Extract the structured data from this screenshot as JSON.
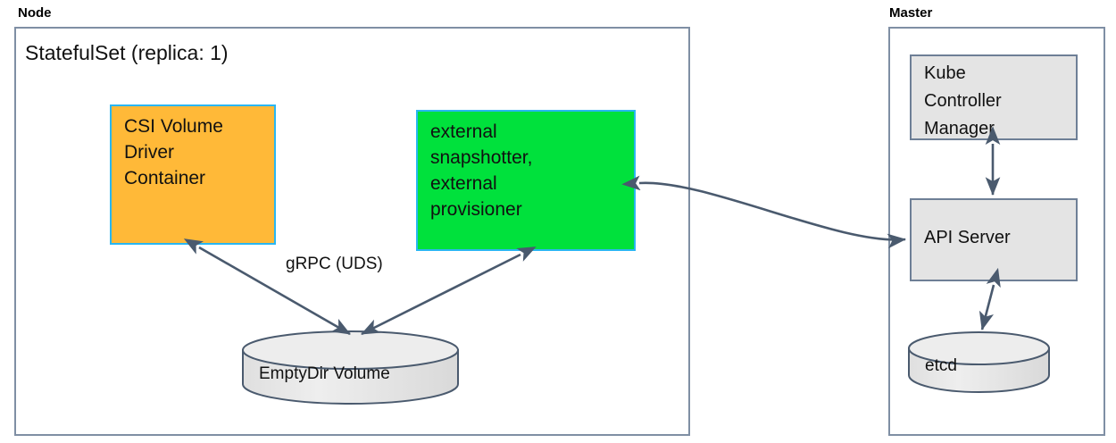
{
  "diagram": {
    "groups": [
      {
        "id": "node",
        "label": "Node"
      },
      {
        "id": "master",
        "label": "Master"
      }
    ],
    "node_group": {
      "title": "StatefulSet (replica: 1)",
      "boxes": [
        {
          "id": "csi-volume-driver-container",
          "lines": [
            "CSI Volume",
            "Driver",
            "Container"
          ],
          "fill": "#ffb938",
          "stroke": "#29b6f2"
        },
        {
          "id": "external-sidecars",
          "lines": [
            "external",
            "snapshotter,",
            "external",
            "provisioner"
          ],
          "fill": "#00e13c",
          "stroke": "#29b6f2"
        }
      ],
      "cylinders": [
        {
          "id": "emptydir-volume",
          "label": "EmptyDir Volume"
        }
      ],
      "edge_labels": [
        {
          "id": "grpc-uds",
          "text": "gRPC (UDS)"
        }
      ]
    },
    "master_group": {
      "boxes": [
        {
          "id": "kube-controller-manager",
          "lines": [
            "Kube",
            "Controller",
            "Manager"
          ],
          "fill": "#e4e4e4",
          "stroke": "#6e7f96"
        },
        {
          "id": "api-server",
          "lines": [
            "API Server"
          ],
          "fill": "#e4e4e4",
          "stroke": "#6e7f96"
        }
      ],
      "cylinders": [
        {
          "id": "etcd",
          "label": "etcd"
        }
      ]
    },
    "colors": {
      "group_border": "#7f8fa4",
      "arrow": "#4a5a6e",
      "cylinder_fill": "#e4e4e4",
      "cylinder_stroke": "#4a5a6e",
      "orange_fill": "#ffb938",
      "green_fill": "#00e13c",
      "cyan_stroke": "#29b6f2",
      "gray_fill": "#e4e4e4"
    }
  }
}
